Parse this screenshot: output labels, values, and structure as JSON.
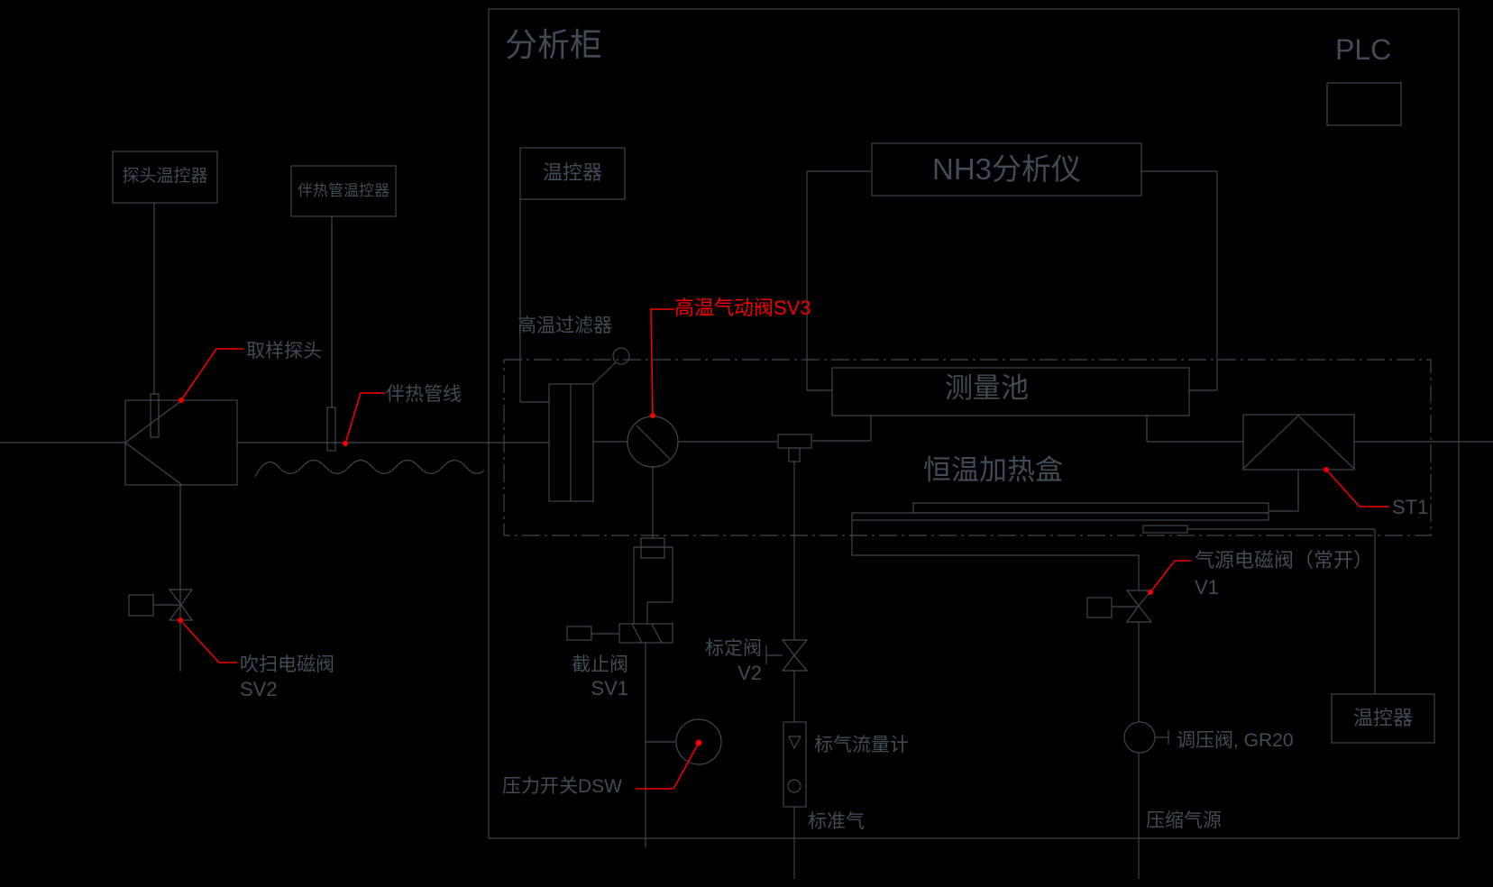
{
  "colors": {
    "background": "#000000",
    "line": "#3e4651",
    "text": "#414a57",
    "annotation_red": "#f20000"
  },
  "cabinet": {
    "label": "分析柜"
  },
  "plc": {
    "label": "PLC"
  },
  "boxes": {
    "probe_tc": "探头温控器",
    "trace_tc": "伴热管温控器",
    "thermostat_left": "温控器",
    "nh3_analyzer": "NH3分析仪",
    "measuring_cell": "测量池",
    "heater_box": "恒温加热盒",
    "thermostat_right": "温控器"
  },
  "labels": {
    "filter": "高温过滤器",
    "sv3_valve": "高温气动阀SV3",
    "sampling_probe": "取样探头",
    "trace_line": "伴热管线",
    "purge_valve": "吹扫电磁阀",
    "purge_valve_tag": "SV2",
    "shutoff_valve": "截止阀",
    "shutoff_valve_tag": "SV1",
    "cal_valve": "标定阀",
    "cal_valve_tag": "V2",
    "flowmeter": "标气流量计",
    "std_gas": "标准气",
    "pressure_switch": "压力开关DSW",
    "st1": "ST1",
    "air_valve": "气源电磁阀（常开）",
    "air_valve_tag": "V1",
    "regulator": "调压阀, GR20",
    "compressed_air": "压缩气源"
  }
}
